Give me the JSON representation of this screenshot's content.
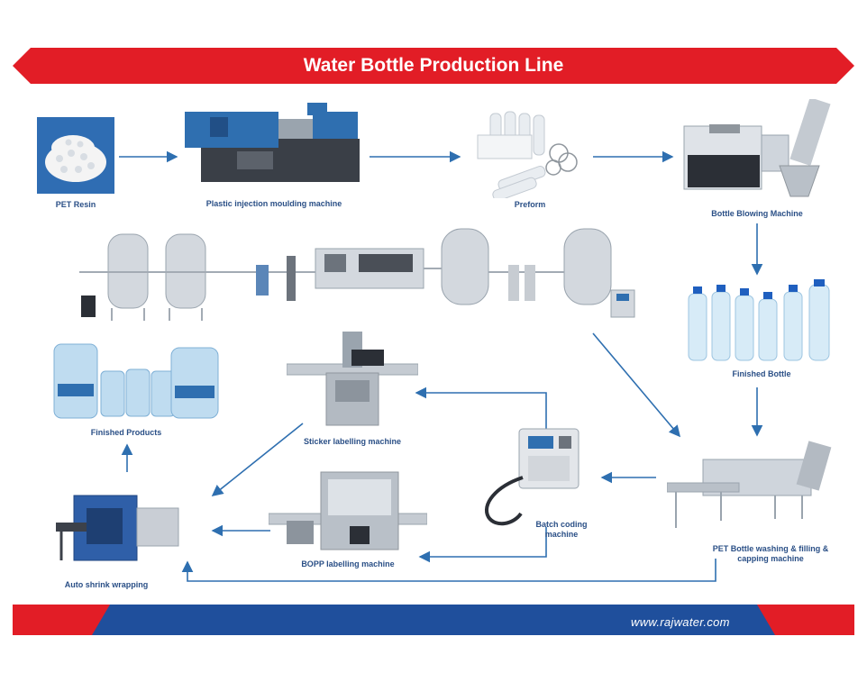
{
  "title": "Water Bottle Production Line",
  "colors": {
    "banner_red": "#e21d26",
    "footer_blue": "#1f4f9c",
    "arrow_blue": "#2e6fb0",
    "label_blue": "#2a4f86"
  },
  "stages": {
    "pet_resin": "PET Resin",
    "injection": "Plastic injection moulding machine",
    "preform": "Preform",
    "blowing": "Bottle Blowing Machine",
    "finished_bottle": "Finished Bottle",
    "filling": "PET Bottle washing & filling & capping machine",
    "batch_coding": "Batch coding machine",
    "sticker_labelling": "Sticker labelling machine",
    "bopp_labelling": "BOPP labelling machine",
    "shrink_wrapping": "Auto shrink wrapping",
    "finished_products": "Finished Products"
  },
  "footer": {
    "url": "www.rajwater.com"
  }
}
